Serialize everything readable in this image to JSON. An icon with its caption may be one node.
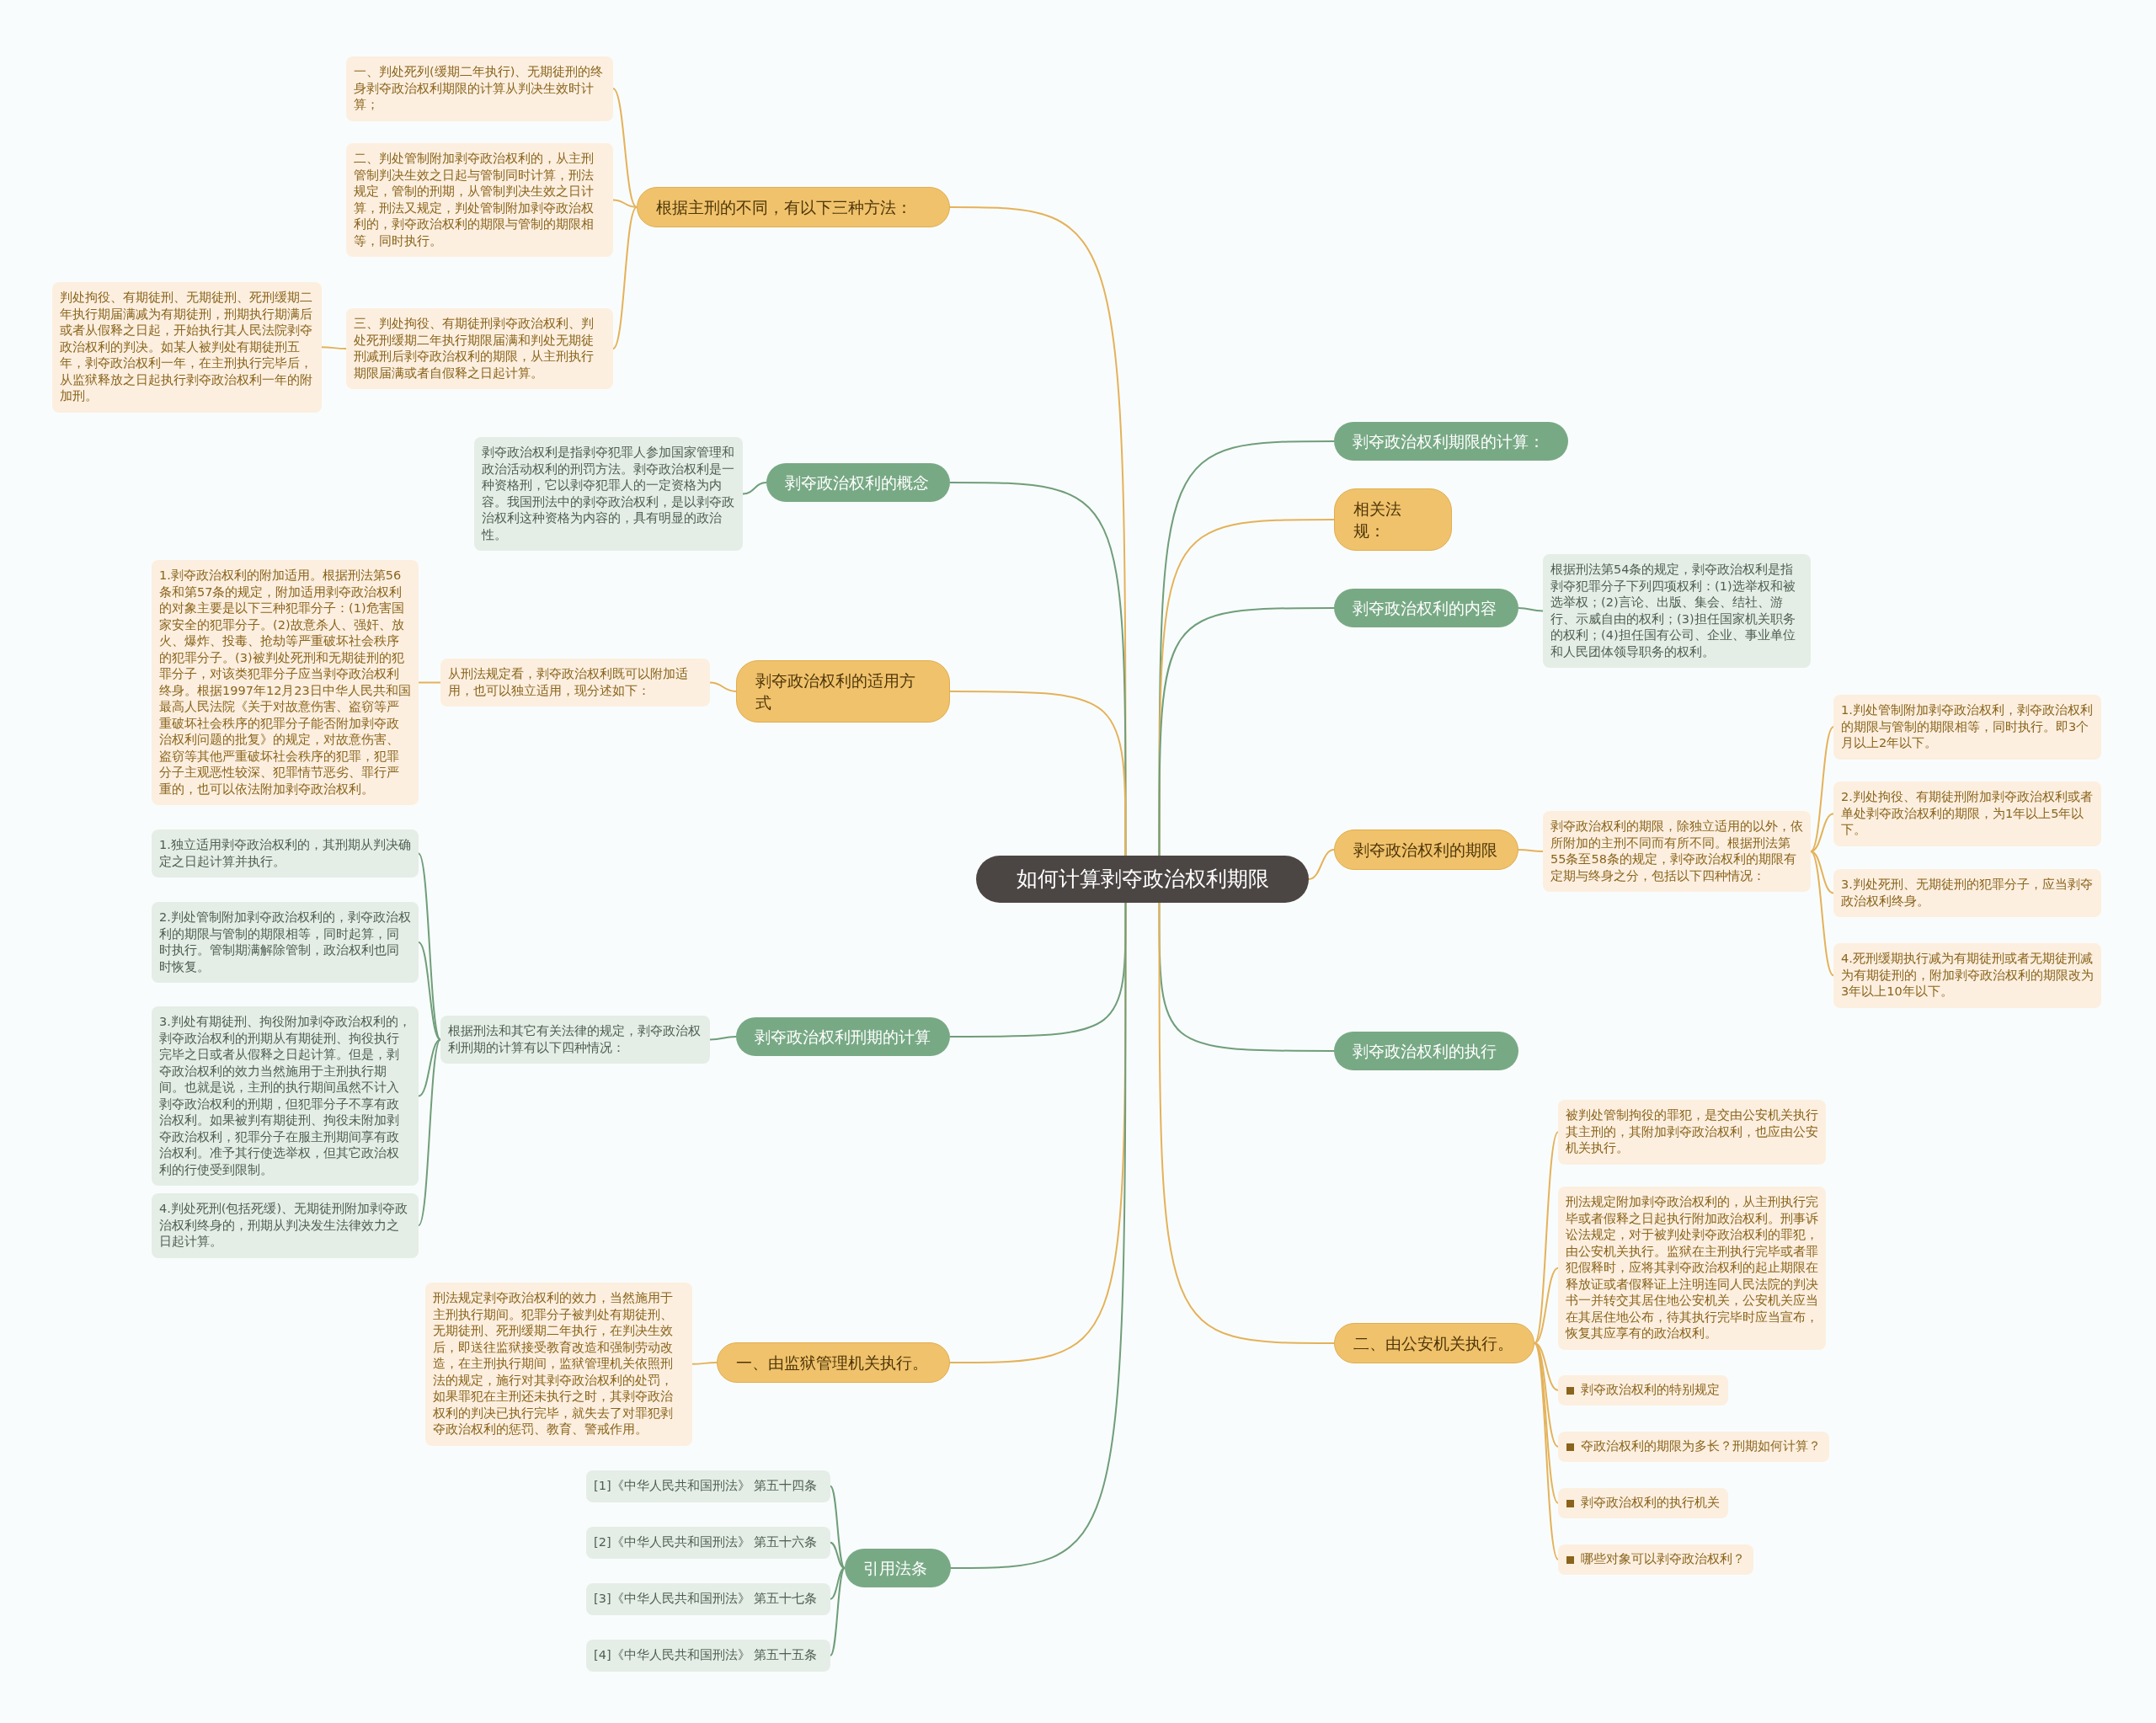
{
  "diagram": {
    "nodes": [
      {
        "text": [
          "如何计算剥夺政治权利期限"
        ]
      },
      {
        "text": [
          "根据主刑的不同，有以下三种方法："
        ]
      },
      {
        "text": [
          "一、判处死列(缓期二年执行)、无期徒刑的终身剥夺政治权利期限的计算从判决生效时计算；"
        ]
      },
      {
        "text": [
          "二、判处管制附加剥夺政治权利的，从主刑管制判决生效之日起与管制同时计算，刑法规定，管制的刑期，从管制判决生效之日计算，刑法又规定，判处管制附加剥夺政治权利的，剥夺政治权利的期限与管制的期限相等，同时执行。"
        ]
      },
      {
        "text": [
          "三、判处拘役、有期徒刑剥夺政治权利、判处死刑缓期二年执行期限届满和判处无期徒刑减刑后剥夺政治权利的期限，从主刑执行期限届满或者自假释之日起计算。"
        ]
      },
      {
        "text": [
          "判处拘役、有期徒刑、无期徒刑、死刑缓期二年执行期届满减为有期徒刑，刑期执行期满后或者从假释之日起，开始执行其人民法院剥夺政治权利的判决。如某人被判处有期徒刑五年，剥夺政治权利一年，在主刑执行完毕后，从监狱释放之日起执行剥夺政治权利一年的附加刑。"
        ]
      },
      {
        "text": [
          "剥夺政治权利的概念"
        ]
      },
      {
        "text": [
          "剥夺政治权利是指剥夺犯罪人参加国家管理和政治活动权利的刑罚方法。剥夺政治权利是一种资格刑，它以剥夺犯罪人的一定资格为内容。我国刑法中的剥夺政治权利，是以剥夺政治权利这种资格为内容的，具有明显的政治性。"
        ]
      },
      {
        "text": [
          "剥夺政治权利的适用方式"
        ]
      },
      {
        "text": [
          "从刑法规定看，剥夺政治权利既可以附加适用，也可以独立适用，现分述如下："
        ]
      },
      {
        "text": [
          "1.剥夺政治权利的附加适用。根据刑法第56条和第57条的规定，附加适用剥夺政治权利的对象主要是以下三种犯罪分子：(1)危害国家安全的犯罪分子。(2)故意杀人、强奸、放火、爆炸、投毒、抢劫等严重破坏社会秩序的犯罪分子。(3)被判处死刑和无期徒刑的犯罪分子，对该类犯罪分子应当剥夺政治权利终身。根据1997年12月23日中华人民共和国最高人民法院《关于对故意伤害、盗窃等严重破坏社会秩序的犯罪分子能否附加剥夺政治权利问题的批复》的规定，对故意伤害、盗窃等其他严重破坏社会秩序的犯罪，犯罪分子主观恶性较深、犯罪情节恶劣、罪行严重的，也可以依法附加剥夺政治权利。"
        ]
      },
      {
        "text": [
          "剥夺政治权利刑期的计算"
        ]
      },
      {
        "text": [
          "根据刑法和其它有关法律的规定，剥夺政治权利刑期的计算有以下四种情况："
        ]
      },
      {
        "text": [
          "1.独立适用剥夺政治权利的，其刑期从判决确定之日起计算并执行。"
        ]
      },
      {
        "text": [
          "2.判处管制附加剥夺政治权利的，剥夺政治权利的期限与管制的期限相等，同时起算，同时执行。管制期满解除管制，政治权利也同时恢复。"
        ]
      },
      {
        "text": [
          "3.判处有期徒刑、拘役附加剥夺政治权利的，剥夺政治权利的刑期从有期徒刑、拘役执行完毕之日或者从假释之日起计算。但是，剥夺政治权利的效力当然施用于主刑执行期间。也就是说，主刑的执行期间虽然不计入剥夺政治权利的刑期，但犯罪分子不享有政治权利。如果被判有期徒刑、拘役未附加剥夺政治权利，犯罪分子在服主刑期间享有政治权利。准予其行使选举权，但其它政治权利的行使受到限制。"
        ]
      },
      {
        "text": [
          "4.判处死刑(包括死缓)、无期徒刑附加剥夺政治权利终身的，刑期从判决发生法律效力之日起计算。"
        ]
      },
      {
        "text": [
          "一、由监狱管理机关执行。"
        ]
      },
      {
        "text": [
          "刑法规定剥夺政治权利的效力，当然施用于主刑执行期间。犯罪分子被判处有期徒刑、无期徒刑、死刑缓期二年执行，在判决生效后，即送往监狱接受教育改造和强制劳动改造，在主刑执行期间，监狱管理机关依照刑法的规定，施行对其剥夺政治权利的处罚，如果罪犯在主刑还未执行之时，其剥夺政治权利的判决已执行完毕，就失去了对罪犯剥夺政治权利的惩罚、教育、警戒作用。"
        ]
      },
      {
        "text": [
          "引用法条"
        ]
      },
      {
        "text": [
          "[1]《中华人民共和国刑法》 第五十四条"
        ]
      },
      {
        "text": [
          "[2]《中华人民共和国刑法》 第五十六条"
        ]
      },
      {
        "text": [
          "[3]《中华人民共和国刑法》 第五十七条"
        ]
      },
      {
        "text": [
          "[4]《中华人民共和国刑法》 第五十五条"
        ]
      },
      {
        "text": [
          "剥夺政治权利期限的计算："
        ]
      },
      {
        "text": [
          "相关法规："
        ]
      },
      {
        "text": [
          "剥夺政治权利的内容"
        ]
      },
      {
        "text": [
          "根据刑法第54条的规定，剥夺政治权利是指剥夺犯罪分子下列四项权利：(1)选举权和被选举权；(2)言论、出版、集会、结社、游行、示威自由的权利；(3)担任国家机关职务的权利；(4)担任国有公司、企业、事业单位和人民团体领导职务的权利。"
        ]
      },
      {
        "text": [
          "剥夺政治权利的期限"
        ]
      },
      {
        "text": [
          "剥夺政治权利的期限，除独立适用的以外，依所附加的主刑不同而有所不同。根据刑法第55条至58条的规定，剥夺政治权利的期限有定期与终身之分，包括以下四种情况："
        ]
      },
      {
        "text": [
          "1.判处管制附加剥夺政治权利，剥夺政治权利的期限与管制的期限相等，同时执行。即3个月以上2年以下。"
        ]
      },
      {
        "text": [
          "2.判处拘役、有期徒刑附加剥夺政治权利或者单处剥夺政治权利的期限，为1年以上5年以下。"
        ]
      },
      {
        "text": [
          "3.判处死刑、无期徒刑的犯罪分子，应当剥夺政治权利终身。"
        ]
      },
      {
        "text": [
          "4.死刑缓期执行减为有期徒刑或者无期徒刑减为有期徒刑的，附加剥夺政治权利的期限改为3年以上10年以下。"
        ]
      },
      {
        "text": [
          "剥夺政治权利的执行"
        ]
      },
      {
        "text": [
          "二、由公安机关执行。"
        ]
      },
      {
        "text": [
          "被判处管制拘役的罪犯，是交由公安机关执行其主刑的，其附加剥夺政治权利，也应由公安机关执行。"
        ]
      },
      {
        "text": [
          "刑法规定附加剥夺政治权利的，从主刑执行完毕或者假释之日起执行附加政治权利。刑事诉讼法规定，对于被判处剥夺政治权利的罪犯，由公安机关执行。监狱在主刑执行完毕或者罪犯假释时，应将其剥夺政治权利的起止期限在释放证或者假释证上注明连同人民法院的判决书一并转交其居住地公安机关，公安机关应当在其居住地公布，待其执行完毕时应当宣布，恢复其应享有的政治权利。"
        ]
      },
      {
        "text": [
          "剥夺政治权利的特别规定"
        ]
      },
      {
        "text": [
          "夺政治权利的期限为多长？刑期如何计算？"
        ]
      },
      {
        "text": [
          "剥夺政治权利的执行机关"
        ]
      },
      {
        "text": [
          "哪些对象可以剥夺政治权利？"
        ]
      }
    ],
    "edges": [
      {
        "from": 0,
        "to": 1,
        "arrow": "none"
      },
      {
        "from": 1,
        "to": 2,
        "arrow": "none"
      },
      {
        "from": 1,
        "to": 3,
        "arrow": "none"
      },
      {
        "from": 1,
        "to": 4,
        "arrow": "none"
      },
      {
        "from": 4,
        "to": 5,
        "arrow": "none"
      },
      {
        "from": 0,
        "to": 6,
        "arrow": "none",
        "color": "#6f9e7a"
      },
      {
        "from": 6,
        "to": 7,
        "arrow": "none",
        "color": "#6f9e7a"
      },
      {
        "from": 0,
        "to": 8,
        "arrow": "none"
      },
      {
        "from": 8,
        "to": 9,
        "arrow": "none"
      },
      {
        "from": 9,
        "to": 10,
        "arrow": "none"
      },
      {
        "from": 0,
        "to": 11,
        "arrow": "none",
        "color": "#6f9e7a"
      },
      {
        "from": 11,
        "to": 12,
        "arrow": "none",
        "color": "#6f9e7a"
      },
      {
        "from": 12,
        "to": 13,
        "arrow": "none",
        "color": "#6f9e7a"
      },
      {
        "from": 12,
        "to": 14,
        "arrow": "none",
        "color": "#6f9e7a"
      },
      {
        "from": 12,
        "to": 15,
        "arrow": "none",
        "color": "#6f9e7a"
      },
      {
        "from": 12,
        "to": 16,
        "arrow": "none",
        "color": "#6f9e7a"
      },
      {
        "from": 0,
        "to": 17,
        "arrow": "none"
      },
      {
        "from": 17,
        "to": 18,
        "arrow": "none"
      },
      {
        "from": 0,
        "to": 19,
        "arrow": "none",
        "color": "#6f9e7a"
      },
      {
        "from": 19,
        "to": 20,
        "arrow": "none",
        "color": "#6f9e7a"
      },
      {
        "from": 19,
        "to": 21,
        "arrow": "none",
        "color": "#6f9e7a"
      },
      {
        "from": 19,
        "to": 22,
        "arrow": "none",
        "color": "#6f9e7a"
      },
      {
        "from": 19,
        "to": 23,
        "arrow": "none",
        "color": "#6f9e7a"
      },
      {
        "from": 0,
        "to": 24,
        "arrow": "none",
        "color": "#6f9e7a"
      },
      {
        "from": 0,
        "to": 25,
        "arrow": "none"
      },
      {
        "from": 0,
        "to": 26,
        "arrow": "none",
        "color": "#6f9e7a"
      },
      {
        "from": 26,
        "to": 27,
        "arrow": "none",
        "color": "#6f9e7a"
      },
      {
        "from": 0,
        "to": 28,
        "arrow": "none"
      },
      {
        "from": 28,
        "to": 29,
        "arrow": "none"
      },
      {
        "from": 29,
        "to": 30,
        "arrow": "none"
      },
      {
        "from": 29,
        "to": 31,
        "arrow": "none"
      },
      {
        "from": 29,
        "to": 32,
        "arrow": "none"
      },
      {
        "from": 29,
        "to": 33,
        "arrow": "none"
      },
      {
        "from": 0,
        "to": 34,
        "arrow": "none",
        "color": "#6f9e7a"
      },
      {
        "from": 0,
        "to": 35,
        "arrow": "none"
      },
      {
        "from": 35,
        "to": 36,
        "arrow": "none"
      },
      {
        "from": 35,
        "to": 37,
        "arrow": "none"
      },
      {
        "from": 35,
        "to": 38,
        "arrow": "none"
      },
      {
        "from": 35,
        "to": 39,
        "arrow": "none"
      },
      {
        "from": 35,
        "to": 40,
        "arrow": "none"
      },
      {
        "from": 35,
        "to": 41,
        "arrow": "none"
      }
    ]
  }
}
